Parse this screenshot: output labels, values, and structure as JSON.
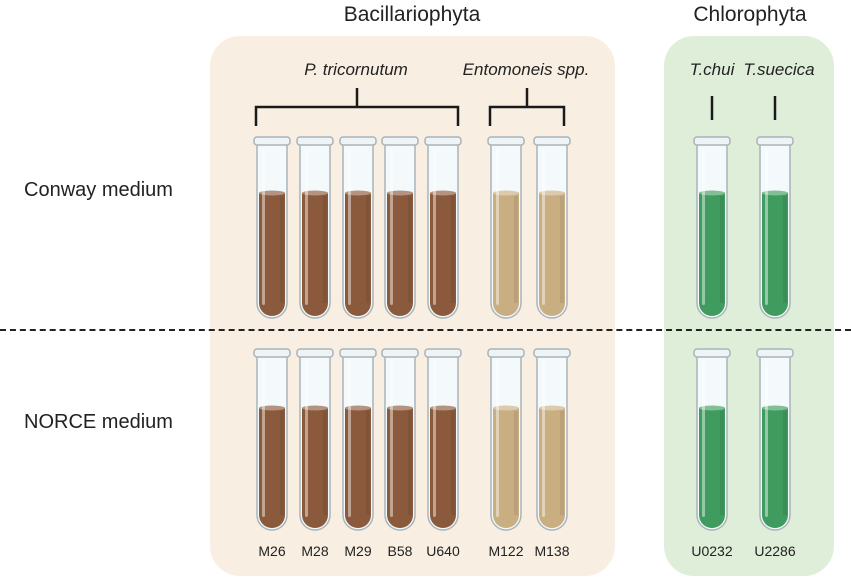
{
  "groups": {
    "bacillariophyta": {
      "title": "Bacillariophyta",
      "color": "#f8efe2"
    },
    "chlorophyta": {
      "title": "Chlorophyta",
      "color": "#dfeed9"
    }
  },
  "species": {
    "p_tricornutum": "P. tricornutum",
    "entomoneis": "Entomoneis spp.",
    "t_chui": "T.chui",
    "t_suecica": "T.suecica"
  },
  "media": {
    "conway": "Conway medium",
    "norce": "NORCE medium"
  },
  "strains": [
    {
      "code": "M26",
      "species": "P. tricornutum",
      "culture_color": "#8b5a3c"
    },
    {
      "code": "M28",
      "species": "P. tricornutum",
      "culture_color": "#8b5a3c"
    },
    {
      "code": "M29",
      "species": "P. tricornutum",
      "culture_color": "#8b5a3c"
    },
    {
      "code": "B58",
      "species": "P. tricornutum",
      "culture_color": "#8b5a3c"
    },
    {
      "code": "U640",
      "species": "P. tricornutum",
      "culture_color": "#8b5a3c"
    },
    {
      "code": "M122",
      "species": "Entomoneis spp.",
      "culture_color": "#c9ae82"
    },
    {
      "code": "M138",
      "species": "Entomoneis spp.",
      "culture_color": "#c9ae82"
    },
    {
      "code": "U0232",
      "species": "T.chui",
      "culture_color": "#3f9b5e"
    },
    {
      "code": "U2286",
      "species": "T.suecica",
      "culture_color": "#3f9b5e"
    }
  ]
}
